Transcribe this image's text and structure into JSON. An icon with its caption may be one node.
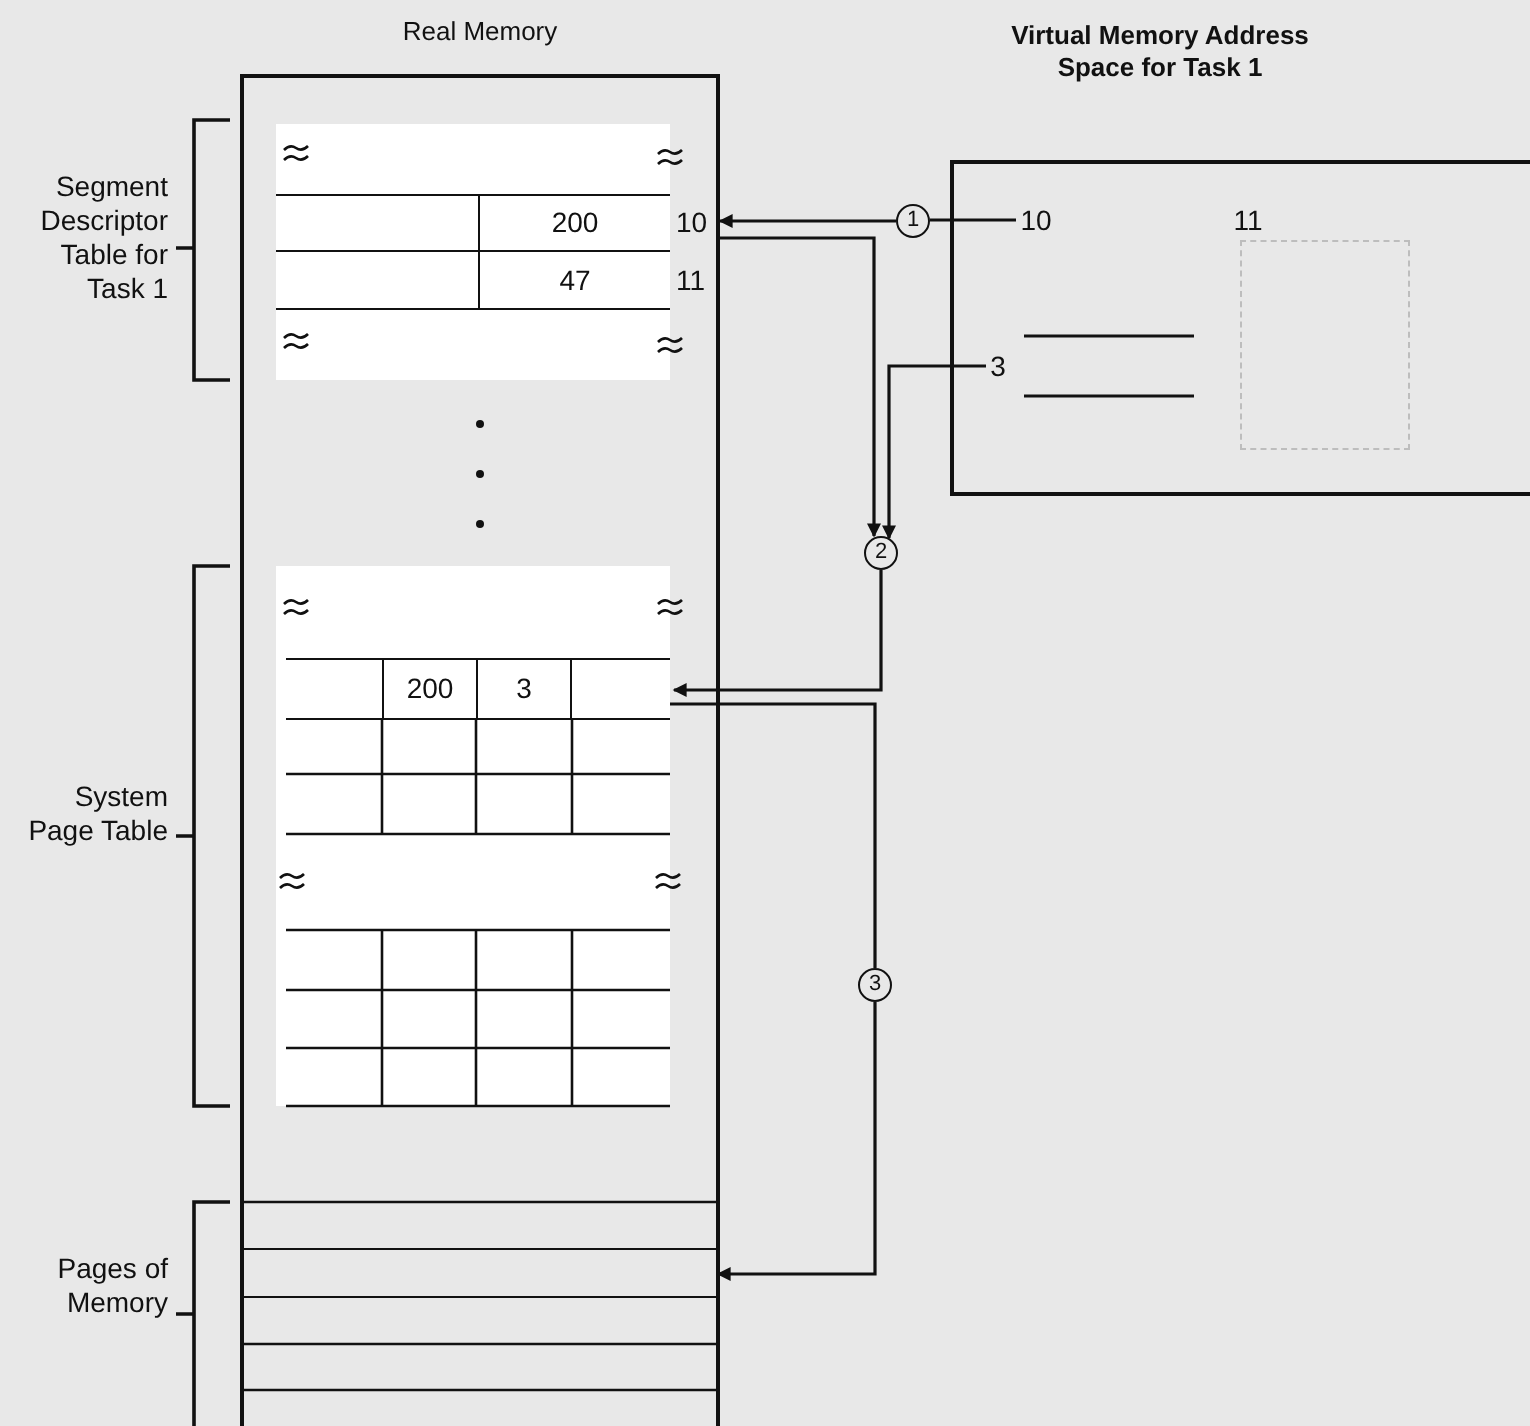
{
  "diagram": {
    "nodes": [
      {
        "text": [
          "Real Memory"
        ]
      },
      {
        "text": [
          "200"
        ],
        "beside": [
          "10"
        ],
        "in": 0
      },
      {
        "text": [
          "47"
        ],
        "beside": [
          "11"
        ],
        "in": 0
      },
      {
        "text": [
          "200",
          "3"
        ],
        "in": 0
      },
      {
        "text": [],
        "shape": "bar",
        "in": 0
      },
      {
        "text": [
          "Virtual Memory Address Space for Task 1"
        ]
      },
      {
        "text": [
          "10"
        ],
        "in": 5
      },
      {
        "text": [
          "11"
        ],
        "in": 5
      },
      {
        "text": [
          "3"
        ],
        "in": 5
      },
      {
        "text": [],
        "shape": "box",
        "in": 5
      },
      {
        "text": [
          "1"
        ]
      },
      {
        "text": [
          "2"
        ]
      },
      {
        "text": [
          "3"
        ]
      }
    ],
    "edges": [
      {
        "from": 6,
        "to": 10,
        "arrow": "none"
      },
      {
        "from": 10,
        "to": 1,
        "arrow": "to"
      },
      {
        "from": 1,
        "to": 11,
        "arrow": "to"
      },
      {
        "from": 8,
        "to": 11,
        "arrow": "to"
      },
      {
        "from": 11,
        "to": 3,
        "arrow": "to"
      },
      {
        "from": 3,
        "to": 12,
        "arrow": "none"
      },
      {
        "from": 12,
        "to": 4,
        "arrow": "to"
      }
    ],
    "labels": [
      "Segment Descriptor Table for Task 1",
      "System Page Table",
      "Pages of Memory"
    ]
  }
}
